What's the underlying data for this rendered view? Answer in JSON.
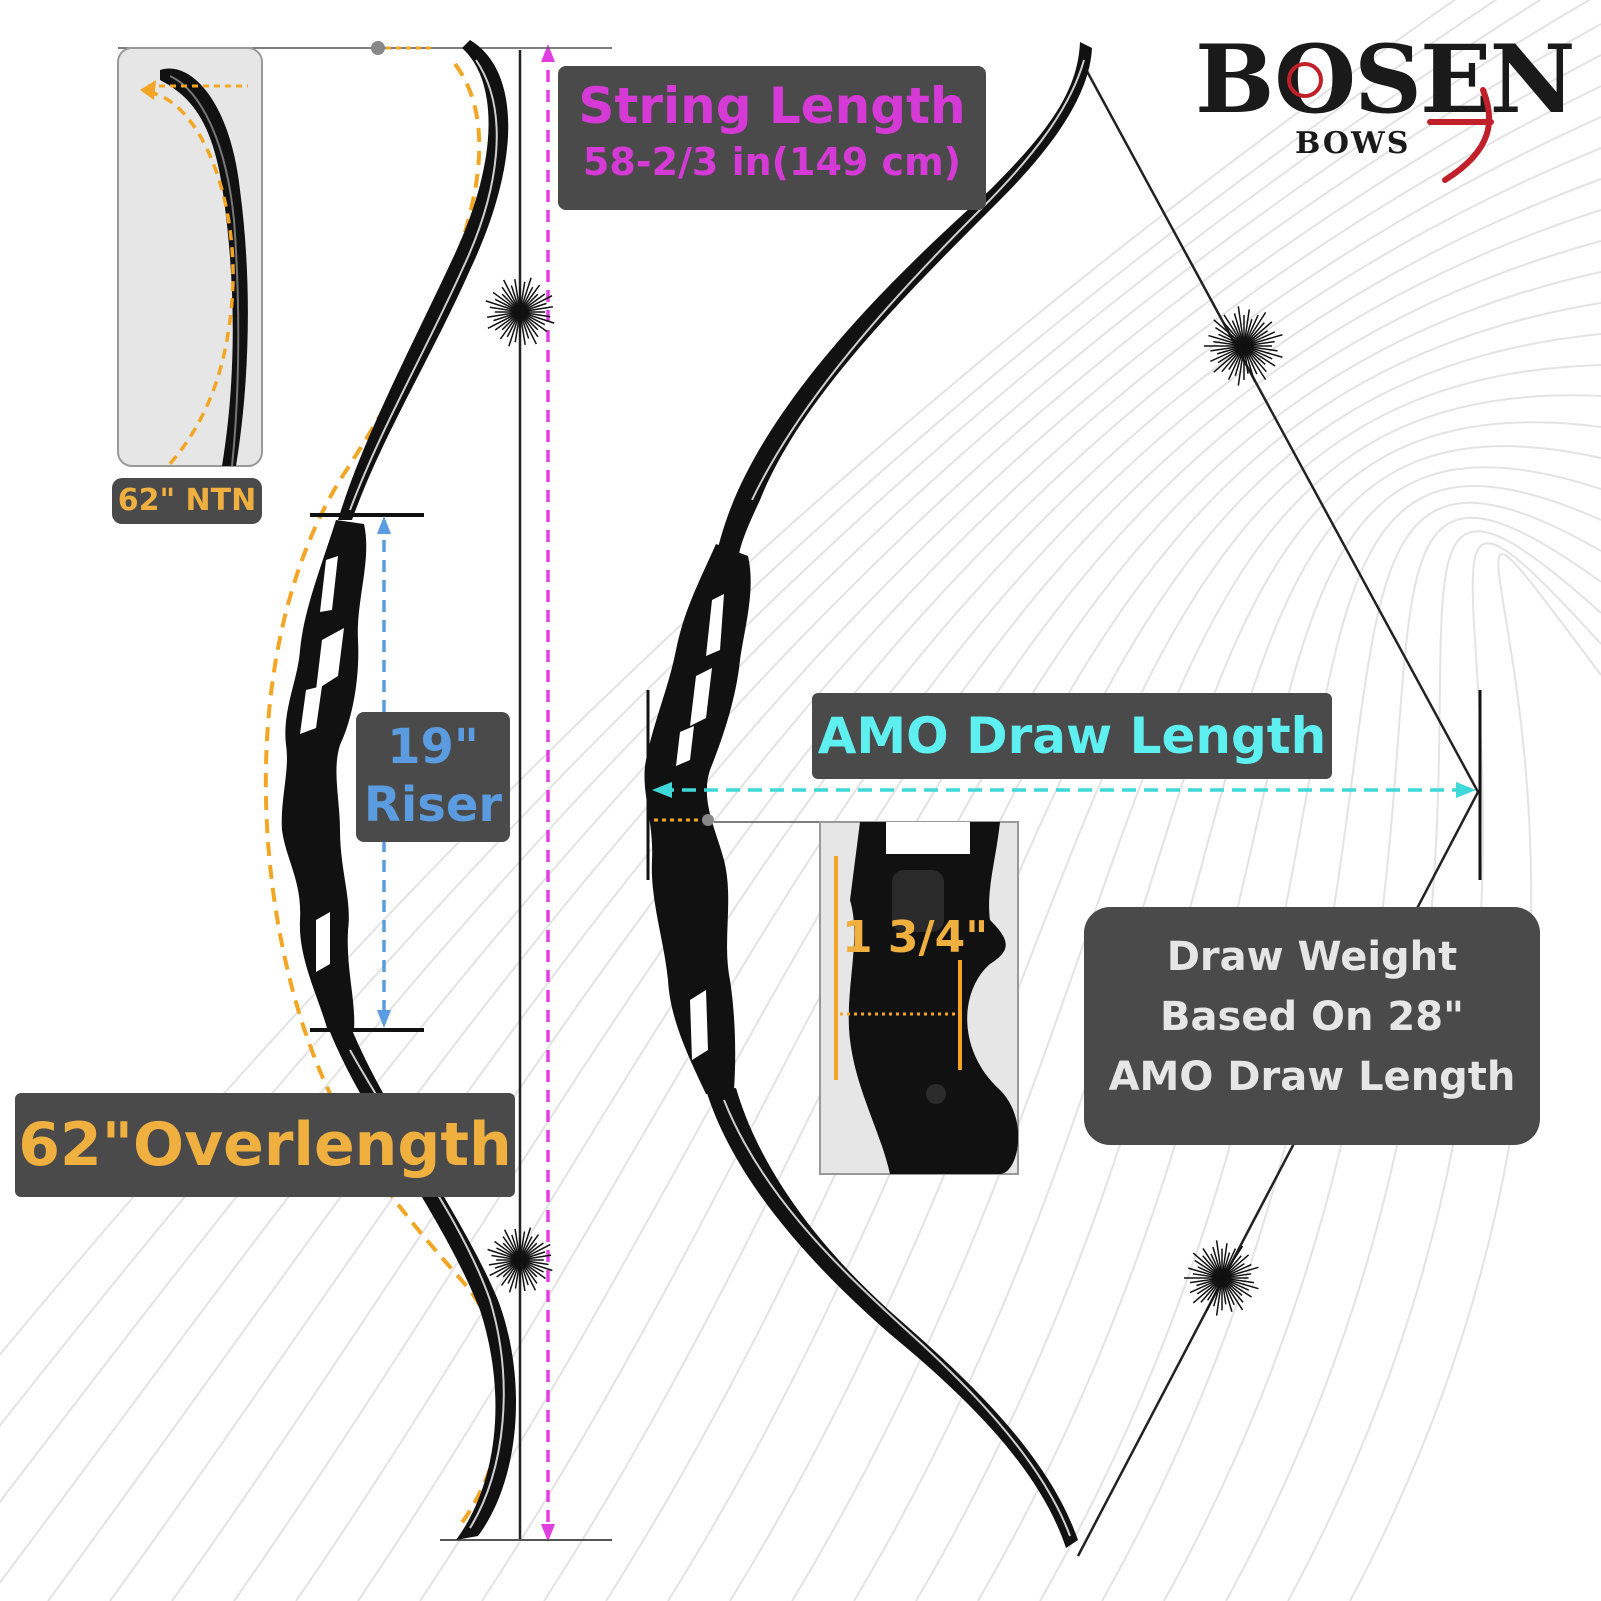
{
  "brand": {
    "name": "BOSEN",
    "sub": "BOWS",
    "text_color": "#1a1a1a",
    "accent_color": "#c0202a"
  },
  "labels": {
    "string_length": {
      "title": "String Length",
      "value": "58-2/3 in(149 cm)",
      "color": "#d63ad6"
    },
    "riser": {
      "line1": "19\"",
      "line2": "Riser",
      "color": "#5b9be0"
    },
    "ntn": {
      "text": "62\" NTN",
      "color": "#f0b040"
    },
    "overlength": {
      "text": "62\"Overlength",
      "color": "#f0b040"
    },
    "amo_draw": {
      "text": "AMO Draw Length",
      "color": "#5ef0f0"
    },
    "grip": {
      "text": "1 3/4\"",
      "color": "#f0b040"
    },
    "draw_weight": {
      "lines": [
        "Draw Weight",
        "Based On  28\"",
        "AMO Draw Length"
      ],
      "color": "#e6e6e6"
    }
  },
  "colors": {
    "label_bg": "#4a4a4a",
    "bow": "#111111",
    "limb_highlight": "#cfcfcf",
    "inset_bg": "#e6e6e6",
    "dash_orange": "#f2a623",
    "dash_magenta": "#e23fe2",
    "dash_cyan": "#3fd8d8",
    "dash_blue": "#5b9be0"
  }
}
